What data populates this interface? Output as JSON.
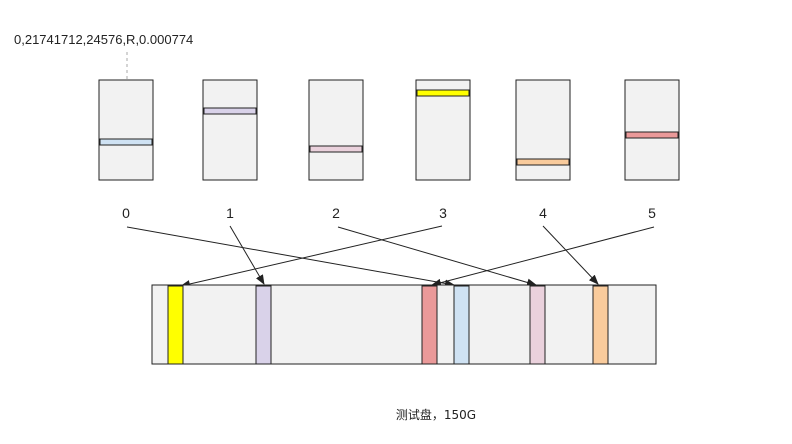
{
  "annotation": "0,21741712,24576,R,0.000774",
  "caption": "测试盘，150G",
  "colors": {
    "box_fill": "#f2f2f2",
    "stroke": "#222222",
    "dashed_arrow": "#aaaaaa"
  },
  "sources": [
    {
      "label": "0",
      "color": "#cfe2f3"
    },
    {
      "label": "1",
      "color": "#d9d2e9"
    },
    {
      "label": "2",
      "color": "#ead1dc"
    },
    {
      "label": "3",
      "color": "#ffff00"
    },
    {
      "label": "4",
      "color": "#f9cb9c"
    },
    {
      "label": "5",
      "color": "#ea9999"
    }
  ]
}
